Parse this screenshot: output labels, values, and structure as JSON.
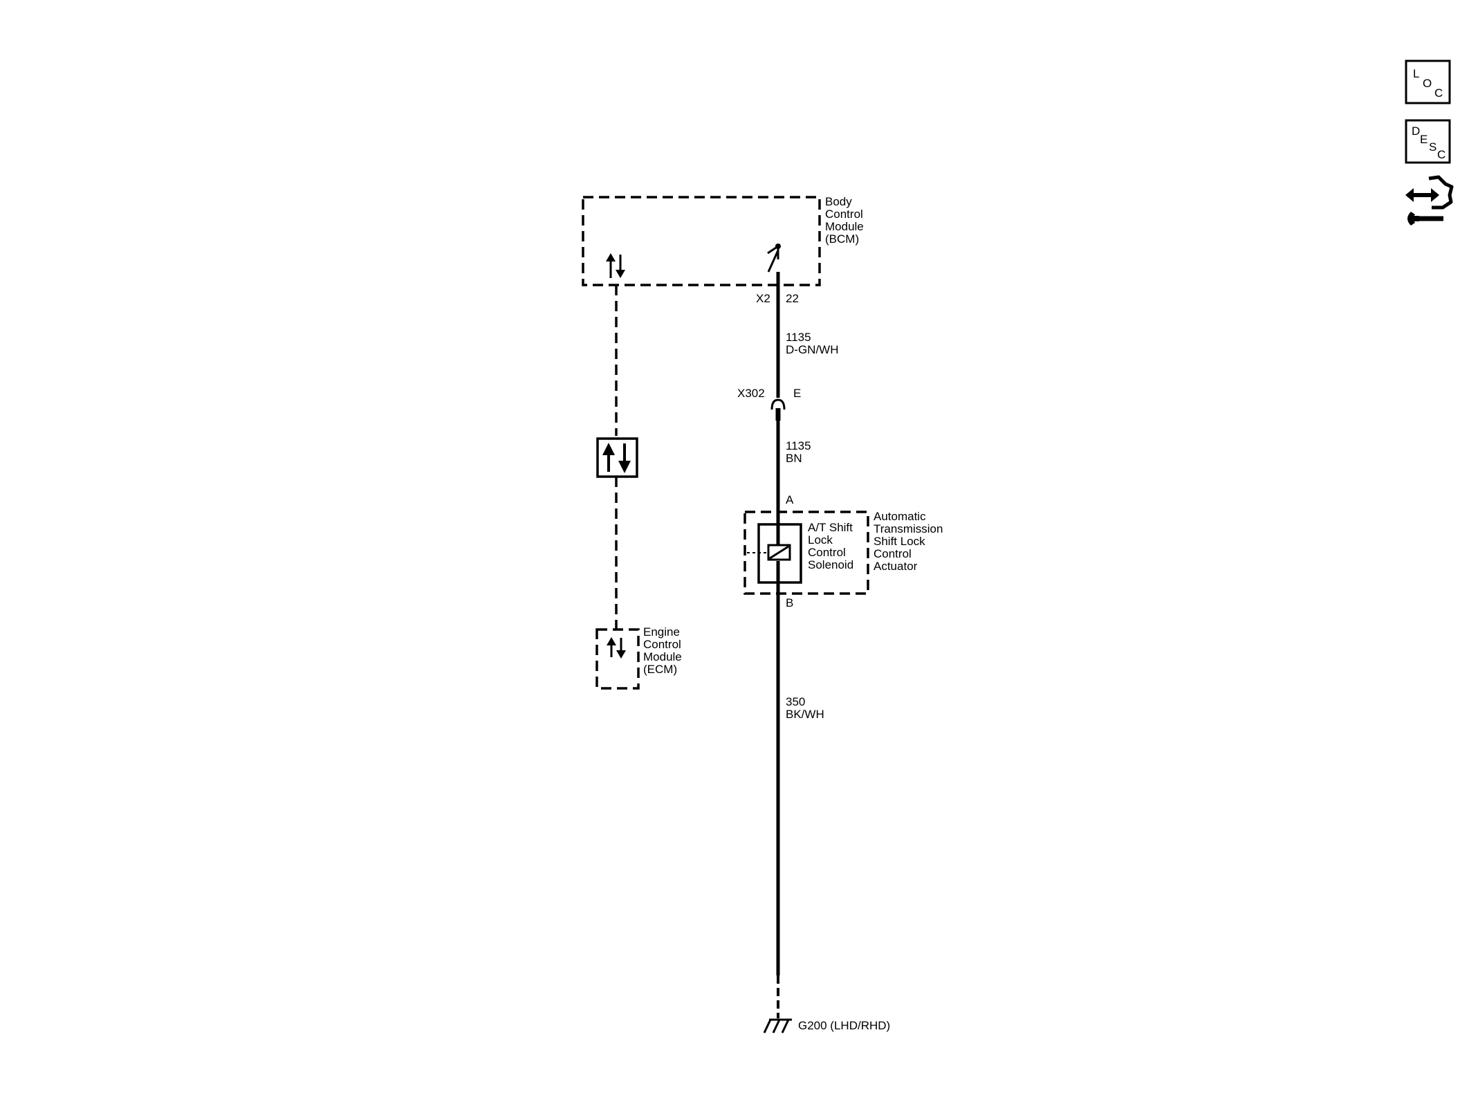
{
  "modules": {
    "bcm": {
      "lines": [
        "Body",
        "Control",
        "Module",
        "(BCM)"
      ]
    },
    "ecm": {
      "lines": [
        "Engine",
        "Control",
        "Module",
        "(ECM)"
      ]
    },
    "actuator": {
      "lines": [
        "Automatic",
        "Transmission",
        "Shift Lock",
        "Control",
        "Actuator"
      ]
    },
    "solenoid": {
      "lines": [
        "A/T Shift",
        "Lock",
        "Control",
        "Solenoid"
      ]
    }
  },
  "connectors": {
    "bcm_connector": "X2",
    "bcm_pin": "22",
    "inline_connector": "X302",
    "inline_pin": "E",
    "actuator_pin_a": "A",
    "actuator_pin_b": "B"
  },
  "wires": {
    "upper": {
      "circuit": "1135",
      "color": "D-GN/WH"
    },
    "middle": {
      "circuit": "1135",
      "color": "BN"
    },
    "lower": {
      "circuit": "350",
      "color": "BK/WH"
    }
  },
  "ground": {
    "label": "G200 (LHD/RHD)"
  },
  "side_icons": {
    "loc": [
      "L",
      "O",
      "C"
    ],
    "desc": [
      "D",
      "E",
      "S",
      "C"
    ]
  }
}
